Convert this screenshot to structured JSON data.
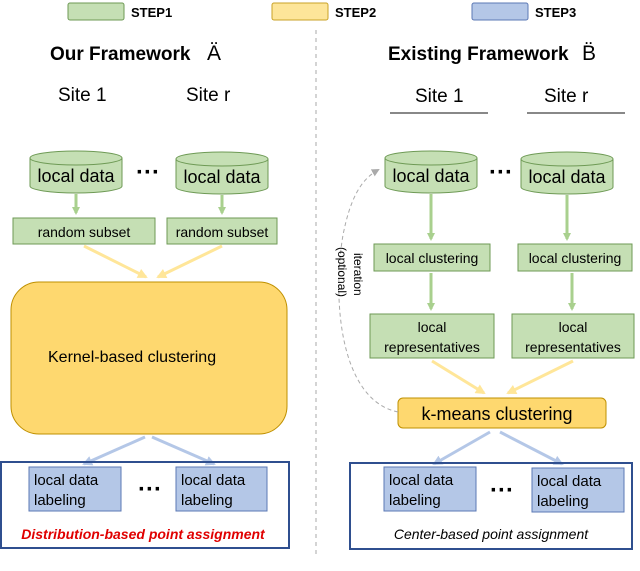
{
  "legend": [
    {
      "label": "STEP1",
      "color": "#c5dfb4"
    },
    {
      "label": "STEP2",
      "color": "#fde599"
    },
    {
      "label": "STEP3",
      "color": "#b4c7e7"
    }
  ],
  "colors": {
    "step1": "#c5dfb4",
    "step1_edge": "#6e9a55",
    "step2": "#fde599",
    "step2_edge": "#c9a227",
    "step3": "#b4c7e7",
    "step3_edge": "#5b78b5",
    "frame": "#2f4f8f",
    "divider": "#aaaaaa",
    "red": "#e00000"
  },
  "left": {
    "title": "Our Framework",
    "title_symbol": "Ä",
    "site1": "Site 1",
    "siter": "Site r",
    "db1": "local data",
    "db2": "local data",
    "dots_top": "···",
    "subset1": "random subset",
    "subset2": "random subset",
    "kernel": "Kernel-based clustering",
    "label1": [
      "local data",
      "labeling"
    ],
    "label2": [
      "local data",
      "labeling"
    ],
    "dots_bottom": "···",
    "caption": "Distribution-based point assignment"
  },
  "right": {
    "title": "Existing Framework",
    "title_symbol": "B̈",
    "site1": "Site 1",
    "siter": "Site r",
    "db1": "local data",
    "db2": "local data",
    "dots_top": "···",
    "lc1": "local clustering",
    "lc2": "local clustering",
    "rep1": [
      "local",
      "representatives"
    ],
    "rep2": [
      "local",
      "representatives"
    ],
    "iteration": [
      "iteration",
      "(optional)"
    ],
    "kmeans": "k-means clustering",
    "label1": [
      "local data",
      "labeling"
    ],
    "label2": [
      "local data",
      "labeling"
    ],
    "dots_bottom": "···",
    "caption": "Center-based point assignment"
  }
}
